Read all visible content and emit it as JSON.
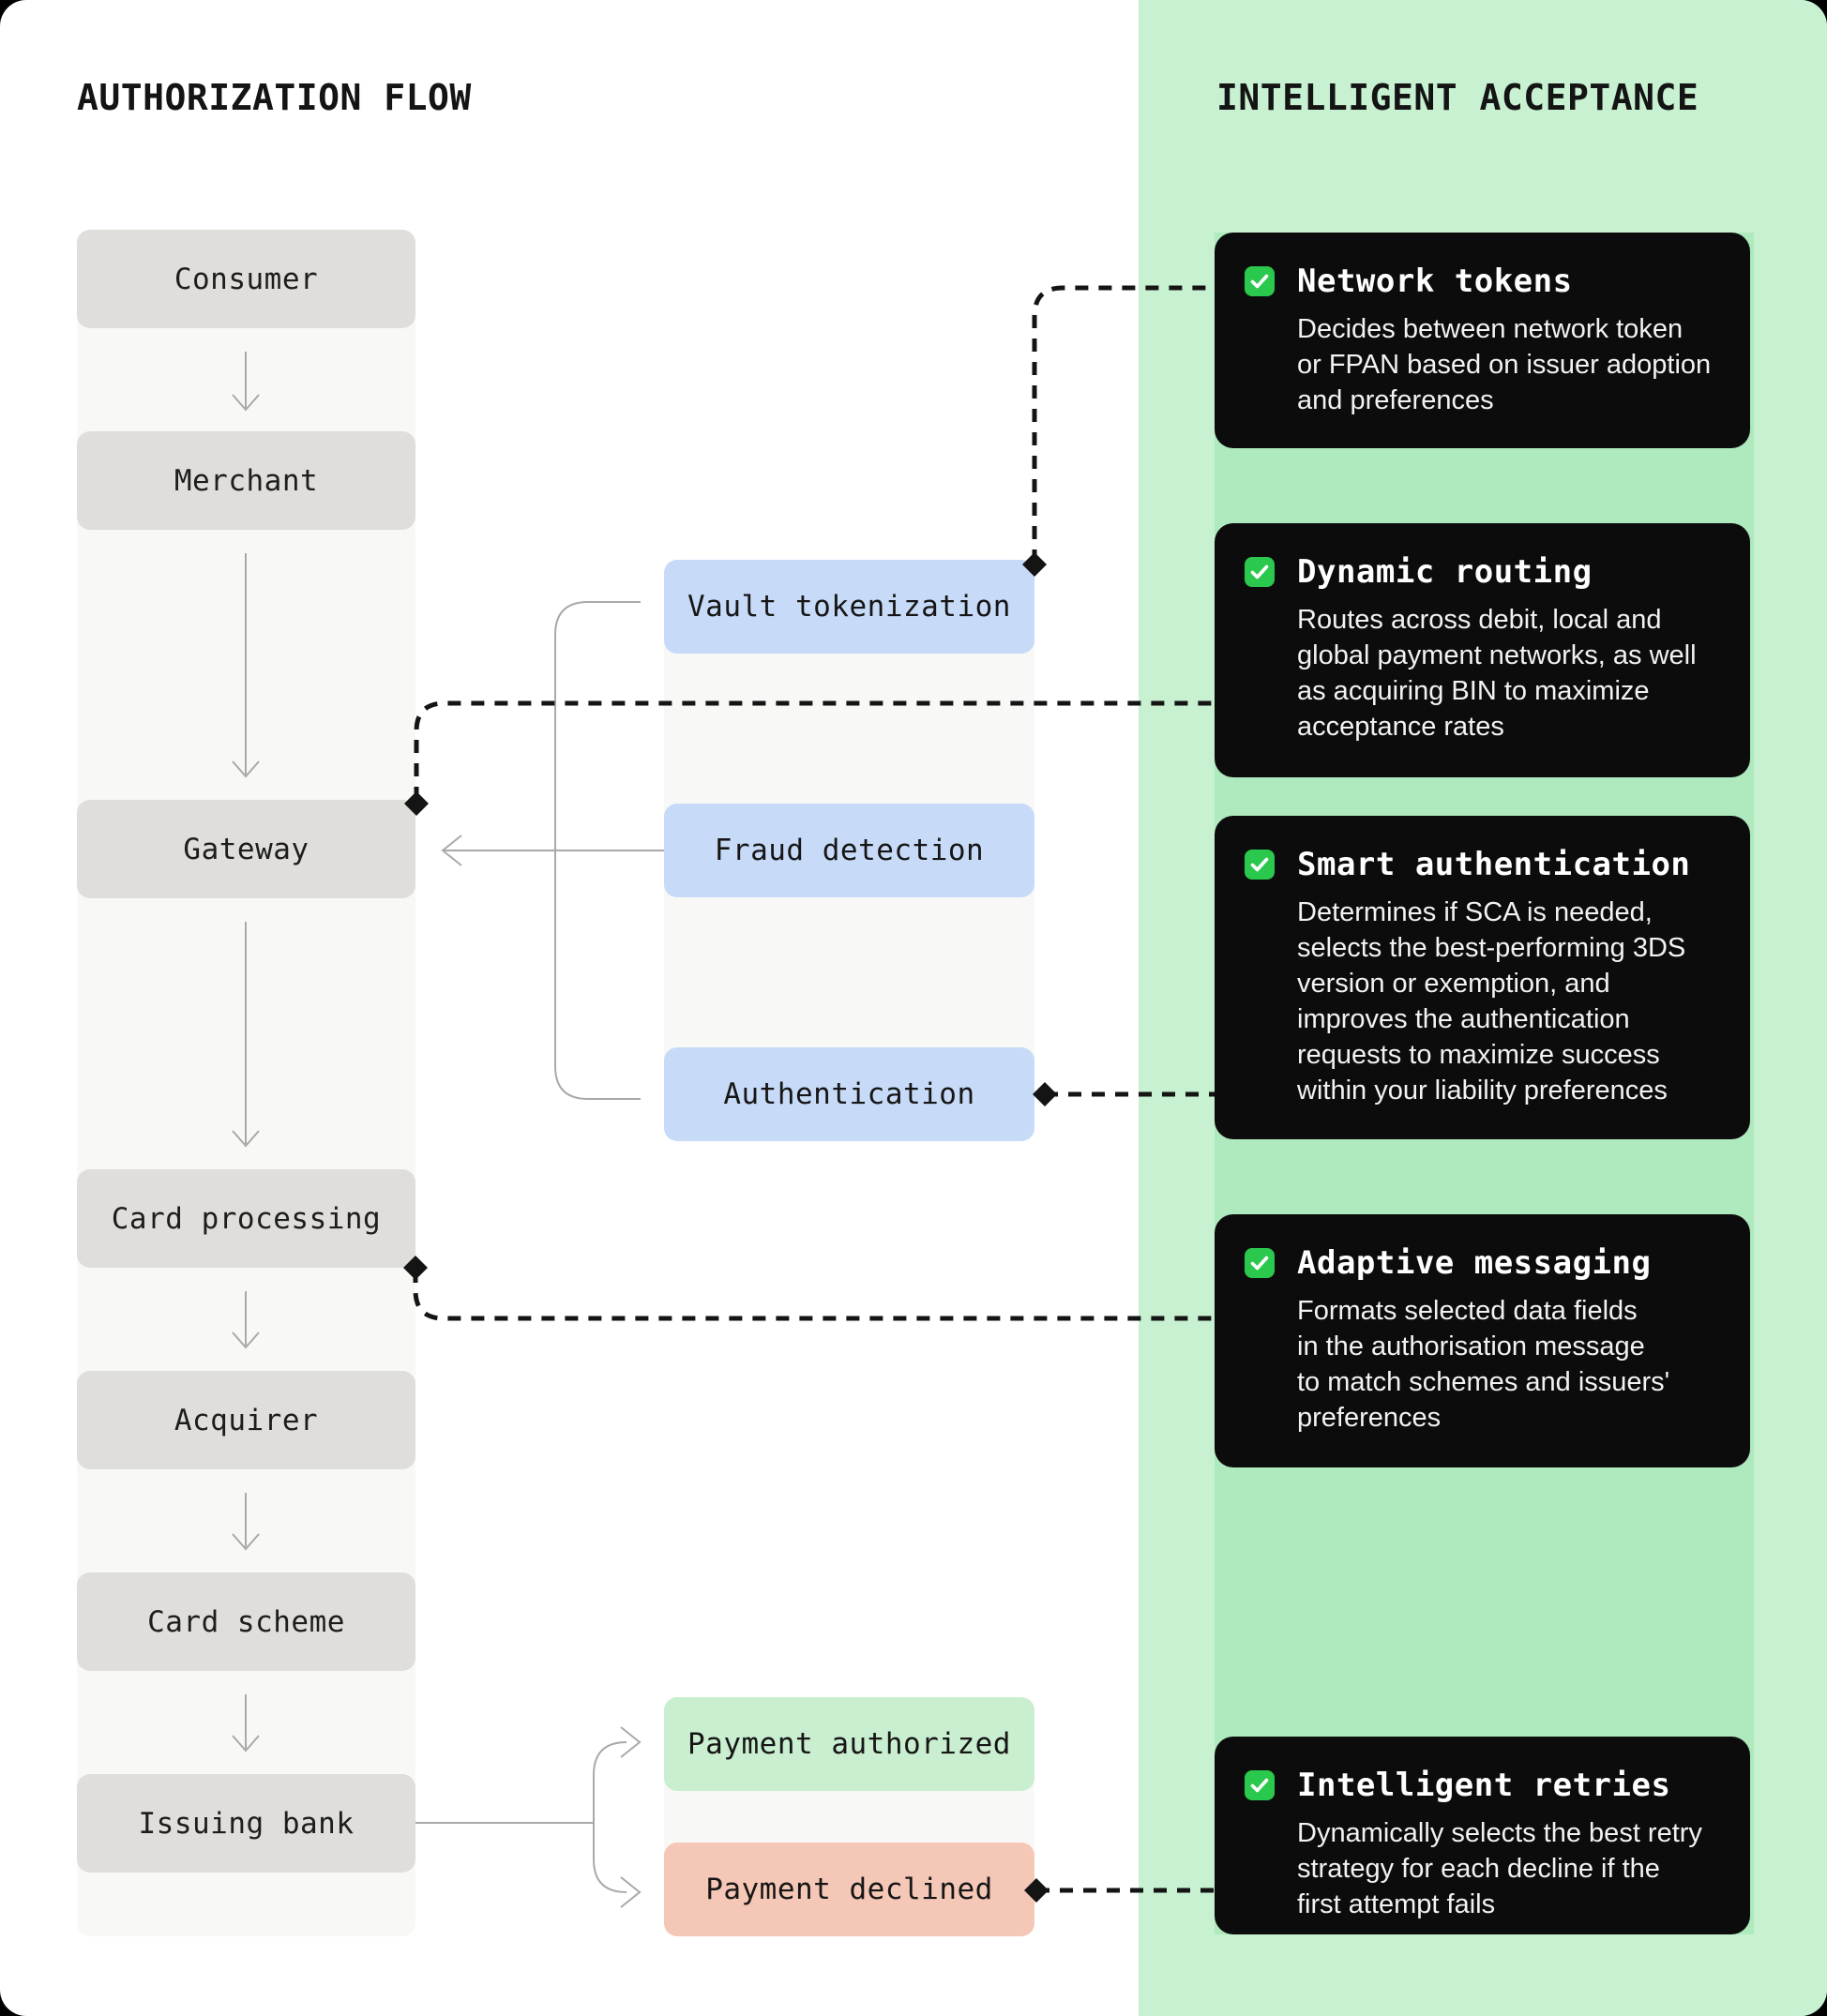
{
  "colors": {
    "panel_green": "#c7f1d1",
    "band_green": "#aeeabd",
    "node_gray": "#e0dedb",
    "track_gray": "#f8f8f6",
    "service_blue": "#c7dbf8",
    "success_green": "#c9efd0",
    "declined_red": "#f5c7b6",
    "card_black": "#0c0c0c",
    "accent_green": "#2bc84e",
    "connector_gray": "#a9a9a9",
    "dotted_black": "#141414",
    "text_dark": "#141414"
  },
  "left": {
    "title": "AUTHORIZATION FLOW",
    "nodes": [
      "Consumer",
      "Merchant",
      "Gateway",
      "Card processing",
      "Acquirer",
      "Card scheme",
      "Issuing bank"
    ]
  },
  "middle": {
    "services": [
      "Vault tokenization",
      "Fraud detection",
      "Authentication"
    ],
    "outcomes": [
      {
        "label": "Payment authorized"
      },
      {
        "label": "Payment declined"
      }
    ]
  },
  "right": {
    "title": "INTELLIGENT ACCEPTANCE",
    "cards": [
      {
        "title": "Network tokens",
        "body": "Decides between network token\nor FPAN based on issuer adoption\nand preferences"
      },
      {
        "title": "Dynamic routing",
        "body": "Routes across debit, local and\nglobal payment networks, as well\nas acquiring BIN to maximize\nacceptance rates"
      },
      {
        "title": "Smart authentication",
        "body": "Determines if SCA is needed,\nselects the best-performing 3DS\nversion or exemption, and\nimproves the authentication\nrequests to maximize success\nwithin your liability preferences"
      },
      {
        "title": "Adaptive messaging",
        "body": "Formats selected data fields\nin the authorisation message\nto match schemes and issuers'\npreferences"
      },
      {
        "title": "Intelligent retries",
        "body": "Dynamically selects the best retry\nstrategy for each decline if the\nfirst attempt fails"
      }
    ]
  }
}
